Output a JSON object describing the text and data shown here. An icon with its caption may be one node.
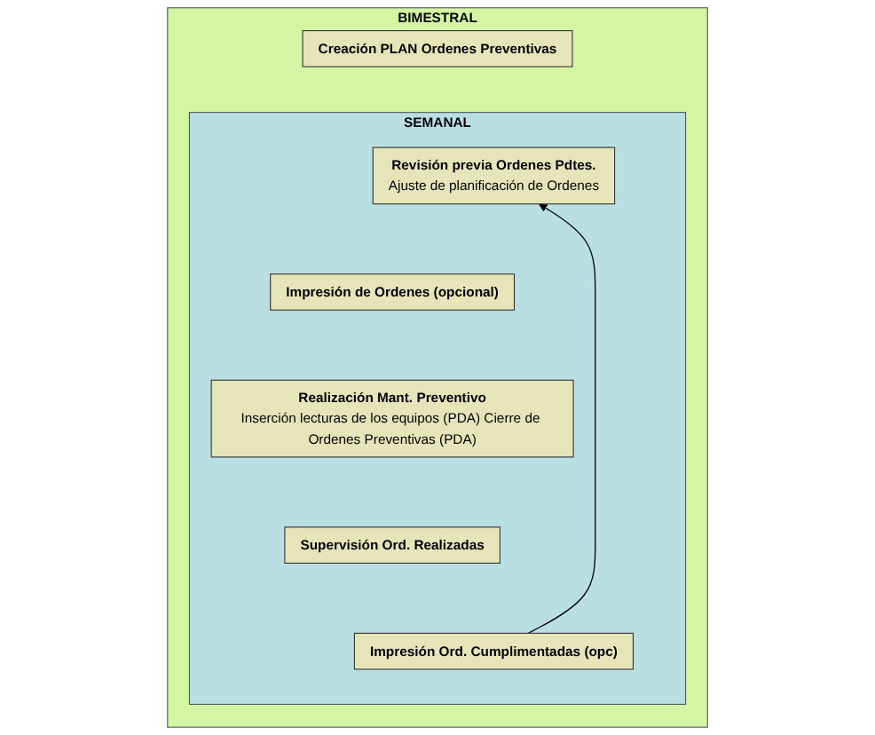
{
  "diagram": {
    "nodes": [
      {
        "text": [
          "BIMESTRAL"
        ]
      },
      {
        "text": [
          "Creación PLAN Ordenes Preventivas"
        ],
        "in": 0
      },
      {
        "text": [
          "SEMANAL"
        ],
        "in": 0
      },
      {
        "text": [
          "Revisión previa Ordenes Pdtes.",
          "Ajuste de planificación de Ordenes"
        ],
        "in": 2
      },
      {
        "text": [
          "Impresión de Ordenes (opcional)"
        ],
        "in": 2
      },
      {
        "text": [
          "Realización Mant. Preventivo",
          "Inserción lecturas de los equipos (PDA) Cierre de Ordenes Preventivas (PDA)"
        ],
        "in": 2
      },
      {
        "text": [
          "Supervisión Ord. Realizadas"
        ],
        "in": 2
      },
      {
        "text": [
          "Impresión Ord. Cumplimentadas (opc)"
        ],
        "in": 2
      }
    ],
    "edges": [
      {
        "from": 7,
        "to": 3,
        "arrow": "to"
      }
    ]
  }
}
